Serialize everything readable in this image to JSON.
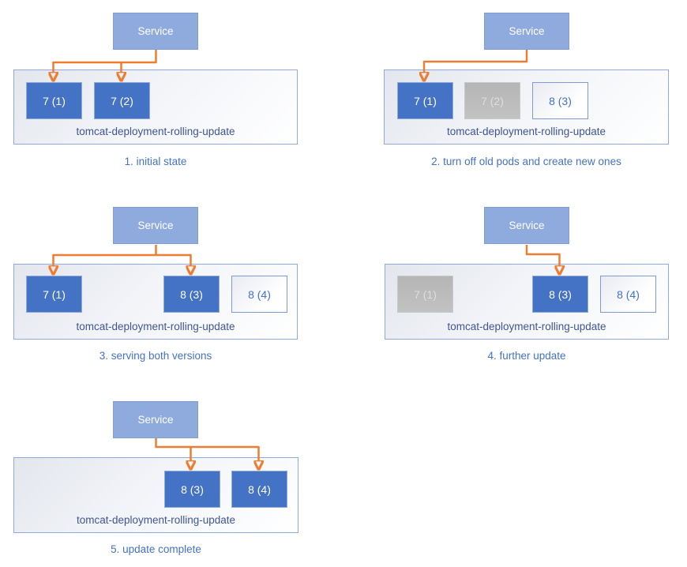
{
  "title": "kubernetes rolling update diagram",
  "service_label": "Service",
  "container_label": "tomcat-deployment-rolling-update",
  "colors": {
    "service_fill": "#8FAADC",
    "pod_active_fill": "#4472C4",
    "pod_terminating_fill": "#BFBFBF",
    "pod_new_border": "#7E9BD8",
    "pod_new_text": "#4472C4",
    "container_border": "#8FAADC",
    "container_label_text": "#3F5693",
    "caption_text": "#4472C4",
    "arrow": "#ED7D31"
  },
  "panels": [
    {
      "caption": "1. initial state",
      "pods": [
        {
          "label": "7 (1)",
          "state": "active"
        },
        {
          "label": "7 (2)",
          "state": "active"
        }
      ]
    },
    {
      "caption": "2. turn off old pods and create new ones",
      "pods": [
        {
          "label": "7 (1)",
          "state": "active"
        },
        {
          "label": "7 (2)",
          "state": "terminating"
        },
        {
          "label": "8 (3)",
          "state": "new"
        }
      ]
    },
    {
      "caption": "3. serving both versions",
      "pods": [
        {
          "label": "7 (1)",
          "state": "active"
        },
        {
          "label": "8 (3)",
          "state": "active"
        },
        {
          "label": "8 (4)",
          "state": "new"
        }
      ]
    },
    {
      "caption": "4. further update",
      "pods": [
        {
          "label": "7 (1)",
          "state": "terminating"
        },
        {
          "label": "8 (3)",
          "state": "active"
        },
        {
          "label": "8 (4)",
          "state": "new"
        }
      ]
    },
    {
      "caption": "5. update complete",
      "pods": [
        {
          "label": "8 (3)",
          "state": "active"
        },
        {
          "label": "8 (4)",
          "state": "active"
        }
      ]
    }
  ]
}
